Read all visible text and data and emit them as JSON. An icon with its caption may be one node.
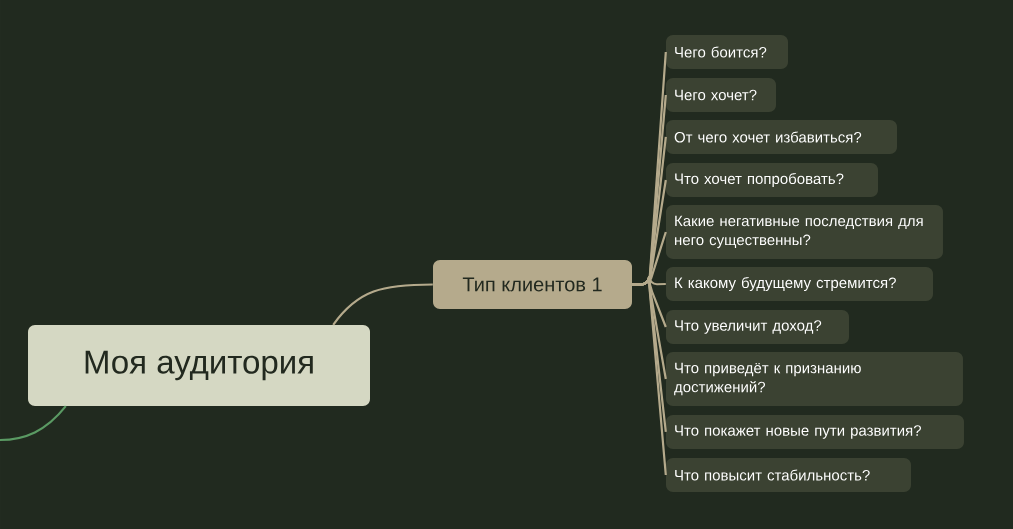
{
  "diagram": {
    "nodes": [
      {
        "text": [
          "Моя аудитория"
        ]
      },
      {
        "text": [
          "Тип клиентов 1"
        ]
      },
      {
        "text": [
          "Чего боится?"
        ]
      },
      {
        "text": [
          "Чего хочет?"
        ]
      },
      {
        "text": [
          "От чего хочет избавиться?"
        ]
      },
      {
        "text": [
          "Что хочет попробовать?"
        ]
      },
      {
        "text": [
          "Какие негативные последствия для него существенны?"
        ]
      },
      {
        "text": [
          "К какому будущему стремится?"
        ]
      },
      {
        "text": [
          "Что увеличит доход?"
        ]
      },
      {
        "text": [
          "Что приведёт к признанию достижений?"
        ]
      },
      {
        "text": [
          "Что покажет новые пути развития?"
        ]
      },
      {
        "text": [
          "Что повысит стабильность?"
        ]
      }
    ],
    "edges": [
      {
        "from": 0,
        "to": null,
        "arrow": "none",
        "color": "#5a9a63"
      },
      {
        "from": 0,
        "to": 1,
        "arrow": "none"
      },
      {
        "from": 1,
        "to": 2,
        "arrow": "none"
      },
      {
        "from": 1,
        "to": 3,
        "arrow": "none"
      },
      {
        "from": 1,
        "to": 4,
        "arrow": "none"
      },
      {
        "from": 1,
        "to": 5,
        "arrow": "none"
      },
      {
        "from": 1,
        "to": 6,
        "arrow": "none"
      },
      {
        "from": 1,
        "to": 7,
        "arrow": "none"
      },
      {
        "from": 1,
        "to": 8,
        "arrow": "none"
      },
      {
        "from": 1,
        "to": 9,
        "arrow": "none"
      },
      {
        "from": 1,
        "to": 10,
        "arrow": "none"
      },
      {
        "from": 1,
        "to": 11,
        "arrow": "none"
      }
    ]
  }
}
